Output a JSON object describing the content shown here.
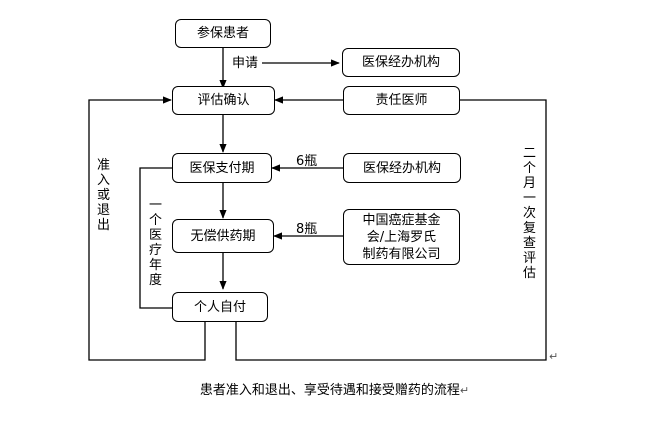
{
  "nodes": {
    "insured_patient": "参保患者",
    "insurance_agency_top": "医保经办机构",
    "evaluation_confirm": "评估确认",
    "responsible_physician": "责任医师",
    "insurance_payment_period": "医保支付期",
    "insurance_agency_mid": "医保经办机构",
    "free_supply_period": "无偿供药期",
    "foundation": "中国癌症基金\n会/上海罗氏\n制药有限公司",
    "self_pay": "个人自付"
  },
  "edge_labels": {
    "apply": "申请",
    "six_bottles": "6瓶",
    "eight_bottles": "8瓶",
    "admission_exit": "准入或退出",
    "one_medical_year": "一个医疗年度",
    "two_month_review": "二个月一次复查评估"
  },
  "caption": "患者准入和退出、享受待遇和接受赠药的流程",
  "return_mark": "↵"
}
